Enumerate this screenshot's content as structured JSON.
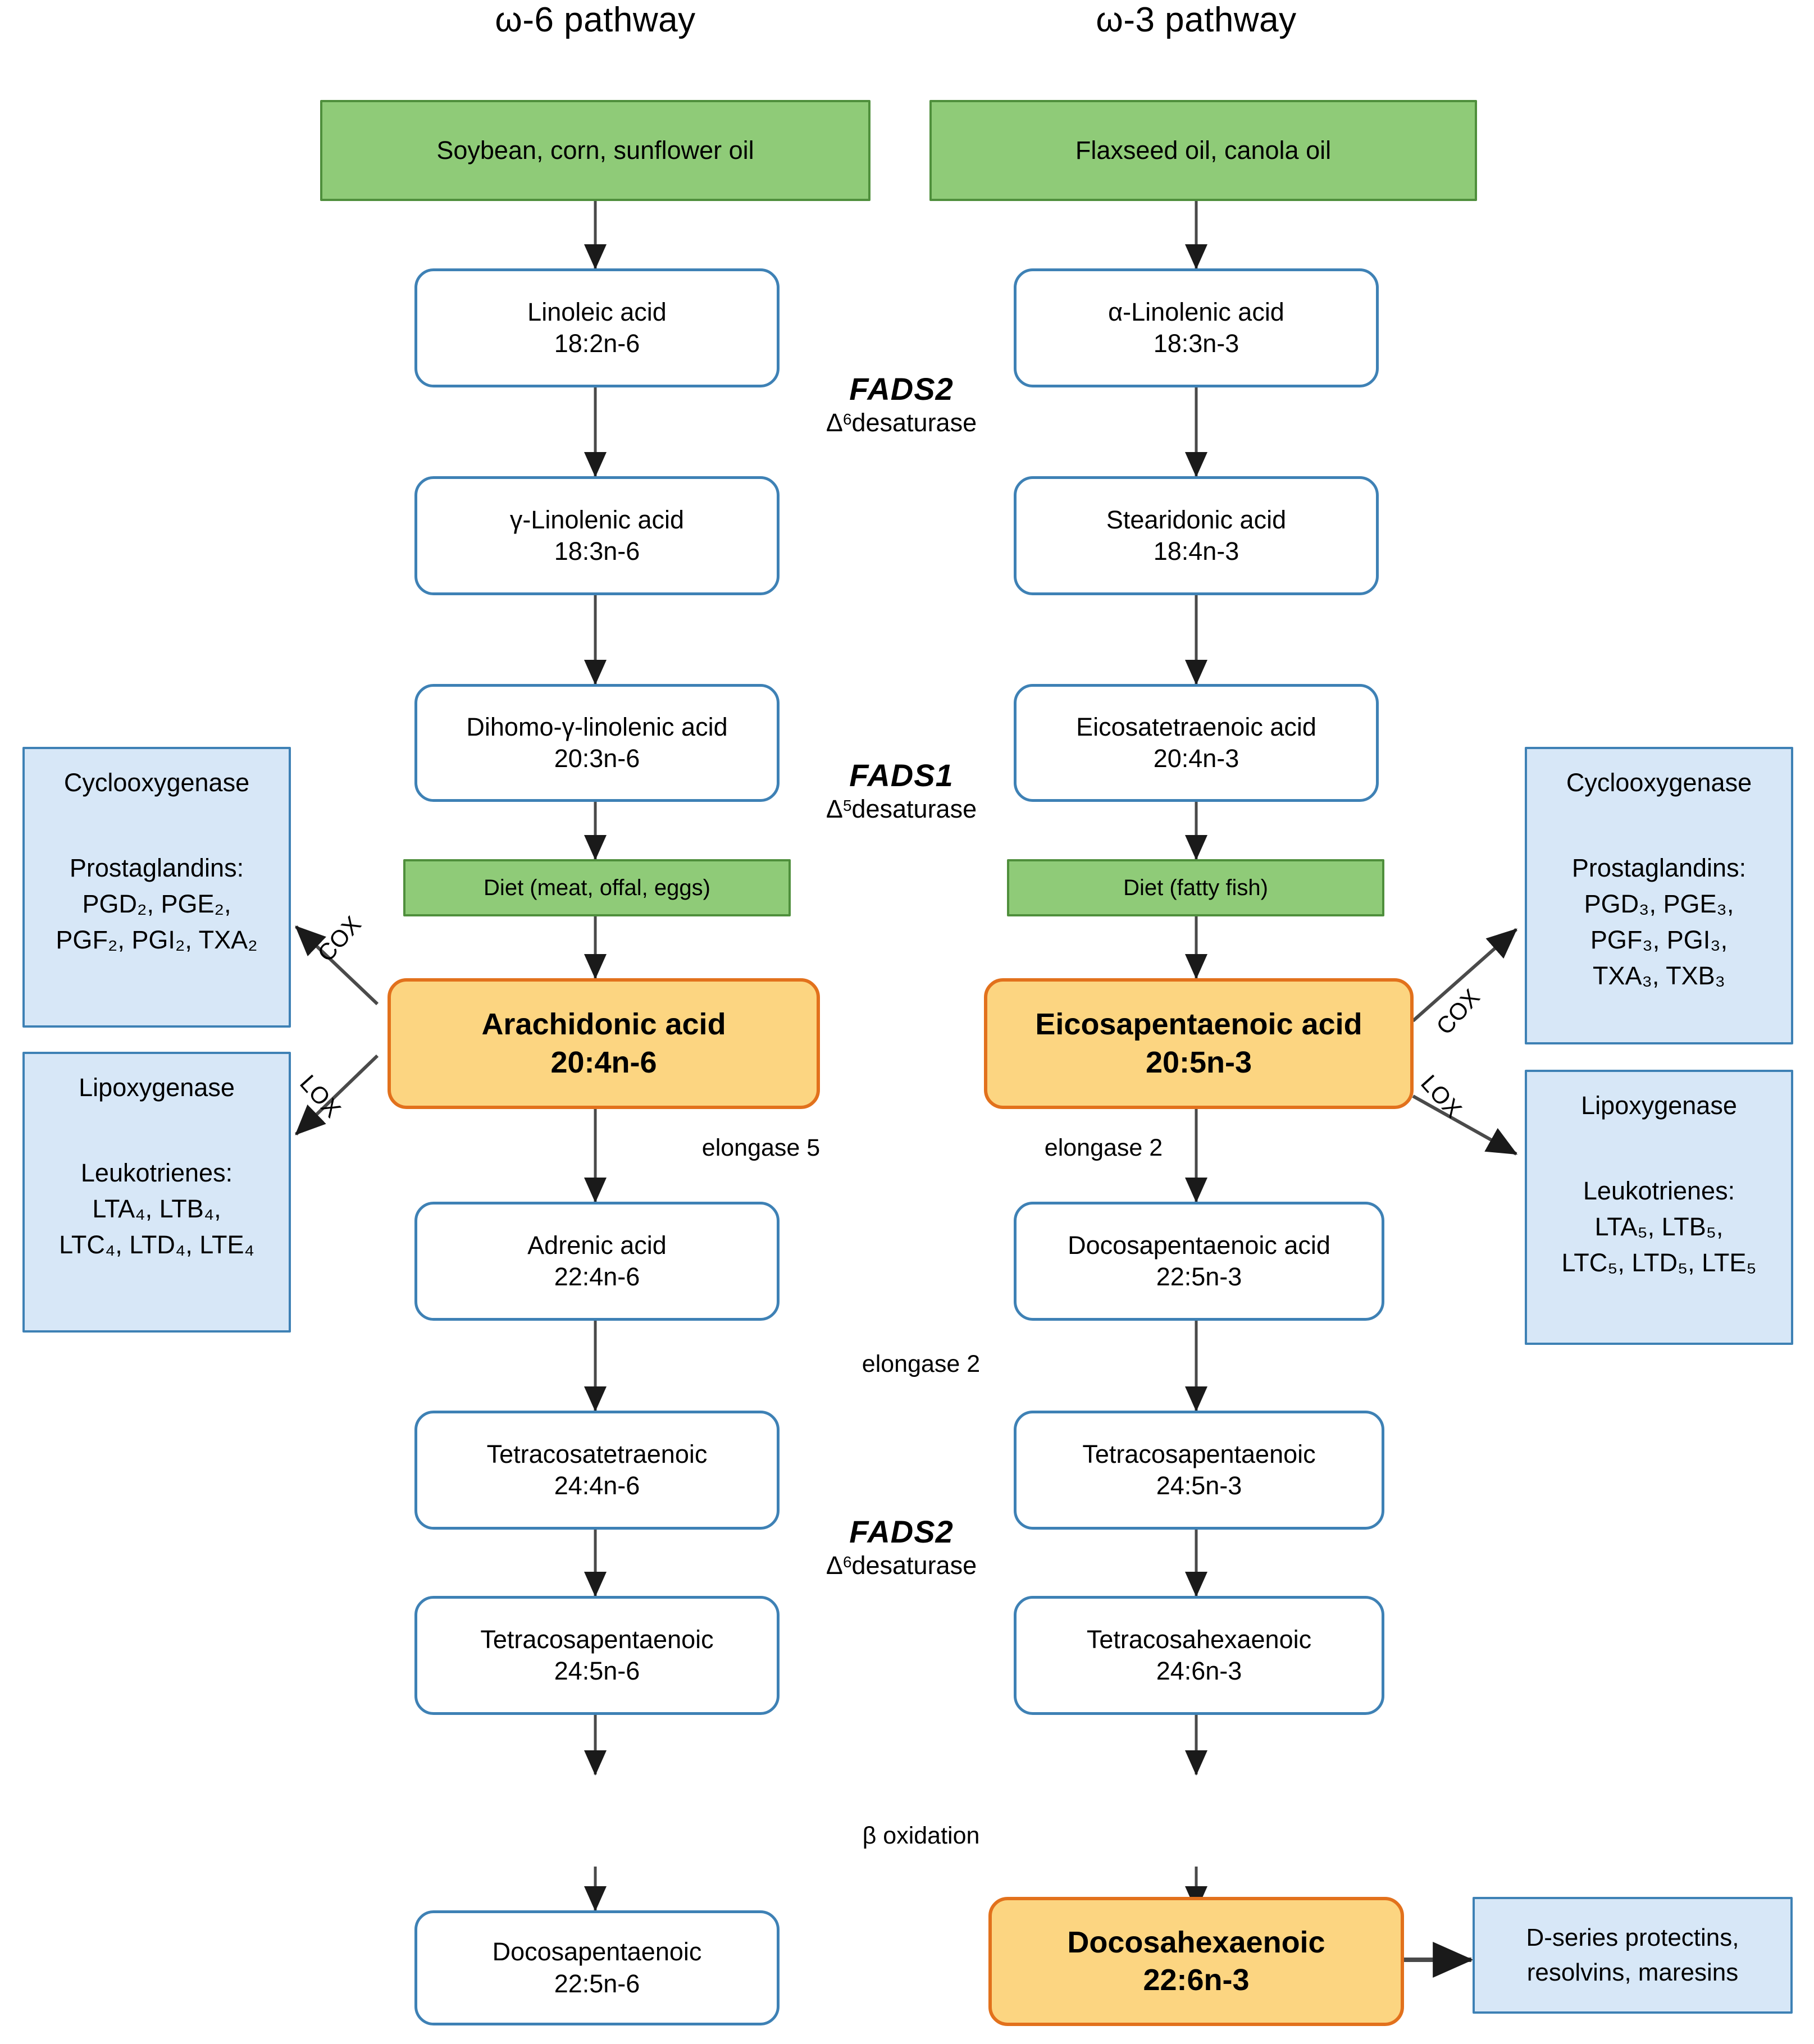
{
  "headers": {
    "omega6": "ω-6 pathway",
    "omega3": "ω-3 pathway"
  },
  "colors": {
    "green_fill": "#8FCB78",
    "green_border": "#4F8F3C",
    "node_border_blue": "#3E81B5",
    "orange_fill": "#FCD581",
    "orange_border": "#E2711C",
    "blue_fill": "#D7E7F7",
    "arrow": "#404040"
  },
  "omega6": {
    "source": "Soybean, corn, sunflower oil",
    "diet": "Diet (meat, offal, eggs)",
    "nodes": [
      {
        "name": "Linoleic acid",
        "code": "18:2n-6"
      },
      {
        "name": "γ-Linolenic acid",
        "code": "18:3n-6"
      },
      {
        "name": "Dihomo-γ-linolenic acid",
        "code": "20:3n-6"
      },
      {
        "name": "Arachidonic acid",
        "code": "20:4n-6"
      },
      {
        "name": "Adrenic acid",
        "code": "22:4n-6"
      },
      {
        "name": "Tetracosatetraenoic",
        "code": "24:4n-6"
      },
      {
        "name": "Tetracosapentaenoic",
        "code": "24:5n-6"
      },
      {
        "name": "Docosapentaenoic",
        "code": "22:5n-6"
      }
    ],
    "cox_label": "COX",
    "lox_label": "LOX",
    "cox_products": {
      "enzyme": "Cyclooxygenase",
      "title": "Prostaglandins:",
      "lines": [
        "PGD₂, PGE₂,",
        "PGF₂, PGI₂, TXA₂"
      ]
    },
    "lox_products": {
      "enzyme": "Lipoxygenase",
      "title": "Leukotrienes:",
      "lines": [
        "LTA₄, LTB₄,",
        "LTC₄, LTD₄, LTE₄"
      ]
    }
  },
  "omega3": {
    "source": "Flaxseed oil, canola oil",
    "diet": "Diet (fatty fish)",
    "nodes": [
      {
        "name": "α-Linolenic acid",
        "code": "18:3n-3"
      },
      {
        "name": "Stearidonic acid",
        "code": "18:4n-3"
      },
      {
        "name": "Eicosatetraenoic acid",
        "code": "20:4n-3"
      },
      {
        "name": "Eicosapentaenoic acid",
        "code": "20:5n-3"
      },
      {
        "name": "Docosapentaenoic acid",
        "code": "22:5n-3"
      },
      {
        "name": "Tetracosapentaenoic",
        "code": "24:5n-3"
      },
      {
        "name": "Tetracosahexaenoic",
        "code": "24:6n-3"
      },
      {
        "name": "Docosahexaenoic",
        "code": "22:6n-3"
      }
    ],
    "cox_label": "COX",
    "lox_label": "LOX",
    "cox_products": {
      "enzyme": "Cyclooxygenase",
      "title": "Prostaglandins:",
      "lines": [
        "PGD₃, PGE₃,",
        "PGF₃, PGI₃,",
        "TXA₃, TXB₃"
      ]
    },
    "lox_products": {
      "enzyme": "Lipoxygenase",
      "title": "Leukotrienes:",
      "lines": [
        "LTA₅, LTB₅,",
        "LTC₅, LTD₅, LTE₅"
      ]
    },
    "dha_products": "D-series protectins, resolvins, maresins"
  },
  "enzymes": {
    "fads2_top": {
      "gene": "FADS2",
      "fn": "Δ6desaturase",
      "delta": "Δ",
      "sup": "6",
      "rest": "desaturase"
    },
    "fads1": {
      "gene": "FADS1",
      "fn": "Δ5desaturase",
      "delta": "Δ",
      "sup": "5",
      "rest": "desaturase"
    },
    "fads2_bot": {
      "gene": "FADS2",
      "fn": "Δ6desaturase",
      "delta": "Δ",
      "sup": "6",
      "rest": "desaturase"
    },
    "elongase5": "elongase 5",
    "elongase2_left": "elongase 2",
    "elongase2_right": "elongase 2",
    "beta_oxidation": "β oxidation"
  }
}
